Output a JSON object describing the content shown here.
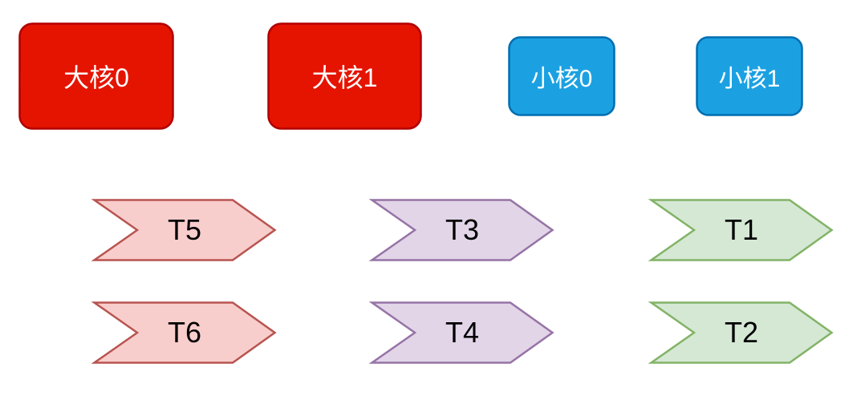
{
  "diagram": {
    "background": "#ffffff",
    "cores": [
      {
        "id": "big-core-0",
        "label": "大核0",
        "type": "big",
        "fill": "#e51400",
        "stroke": "#b20000",
        "text_color": "#ffffff"
      },
      {
        "id": "big-core-1",
        "label": "大核1",
        "type": "big",
        "fill": "#e51400",
        "stroke": "#b20000",
        "text_color": "#ffffff"
      },
      {
        "id": "small-core-0",
        "label": "小核0",
        "type": "small",
        "fill": "#1ba1e2",
        "stroke": "#006eaf",
        "text_color": "#ffffff"
      },
      {
        "id": "small-core-1",
        "label": "小核1",
        "type": "small",
        "fill": "#1ba1e2",
        "stroke": "#006eaf",
        "text_color": "#ffffff"
      }
    ],
    "tasks": [
      {
        "id": "task-t5",
        "label": "T5",
        "column": "big-cores",
        "fill": "#f8cecc",
        "stroke": "#b85450",
        "text_color": "#000000"
      },
      {
        "id": "task-t3",
        "label": "T3",
        "column": "middle",
        "fill": "#e1d5e7",
        "stroke": "#9673a6",
        "text_color": "#000000"
      },
      {
        "id": "task-t1",
        "label": "T1",
        "column": "small-cores",
        "fill": "#d5e8d4",
        "stroke": "#82b366",
        "text_color": "#000000"
      },
      {
        "id": "task-t6",
        "label": "T6",
        "column": "big-cores",
        "fill": "#f8cecc",
        "stroke": "#b85450",
        "text_color": "#000000"
      },
      {
        "id": "task-t4",
        "label": "T4",
        "column": "middle",
        "fill": "#e1d5e7",
        "stroke": "#9673a6",
        "text_color": "#000000"
      },
      {
        "id": "task-t2",
        "label": "T2",
        "column": "small-cores",
        "fill": "#d5e8d4",
        "stroke": "#82b366",
        "text_color": "#000000"
      }
    ]
  }
}
